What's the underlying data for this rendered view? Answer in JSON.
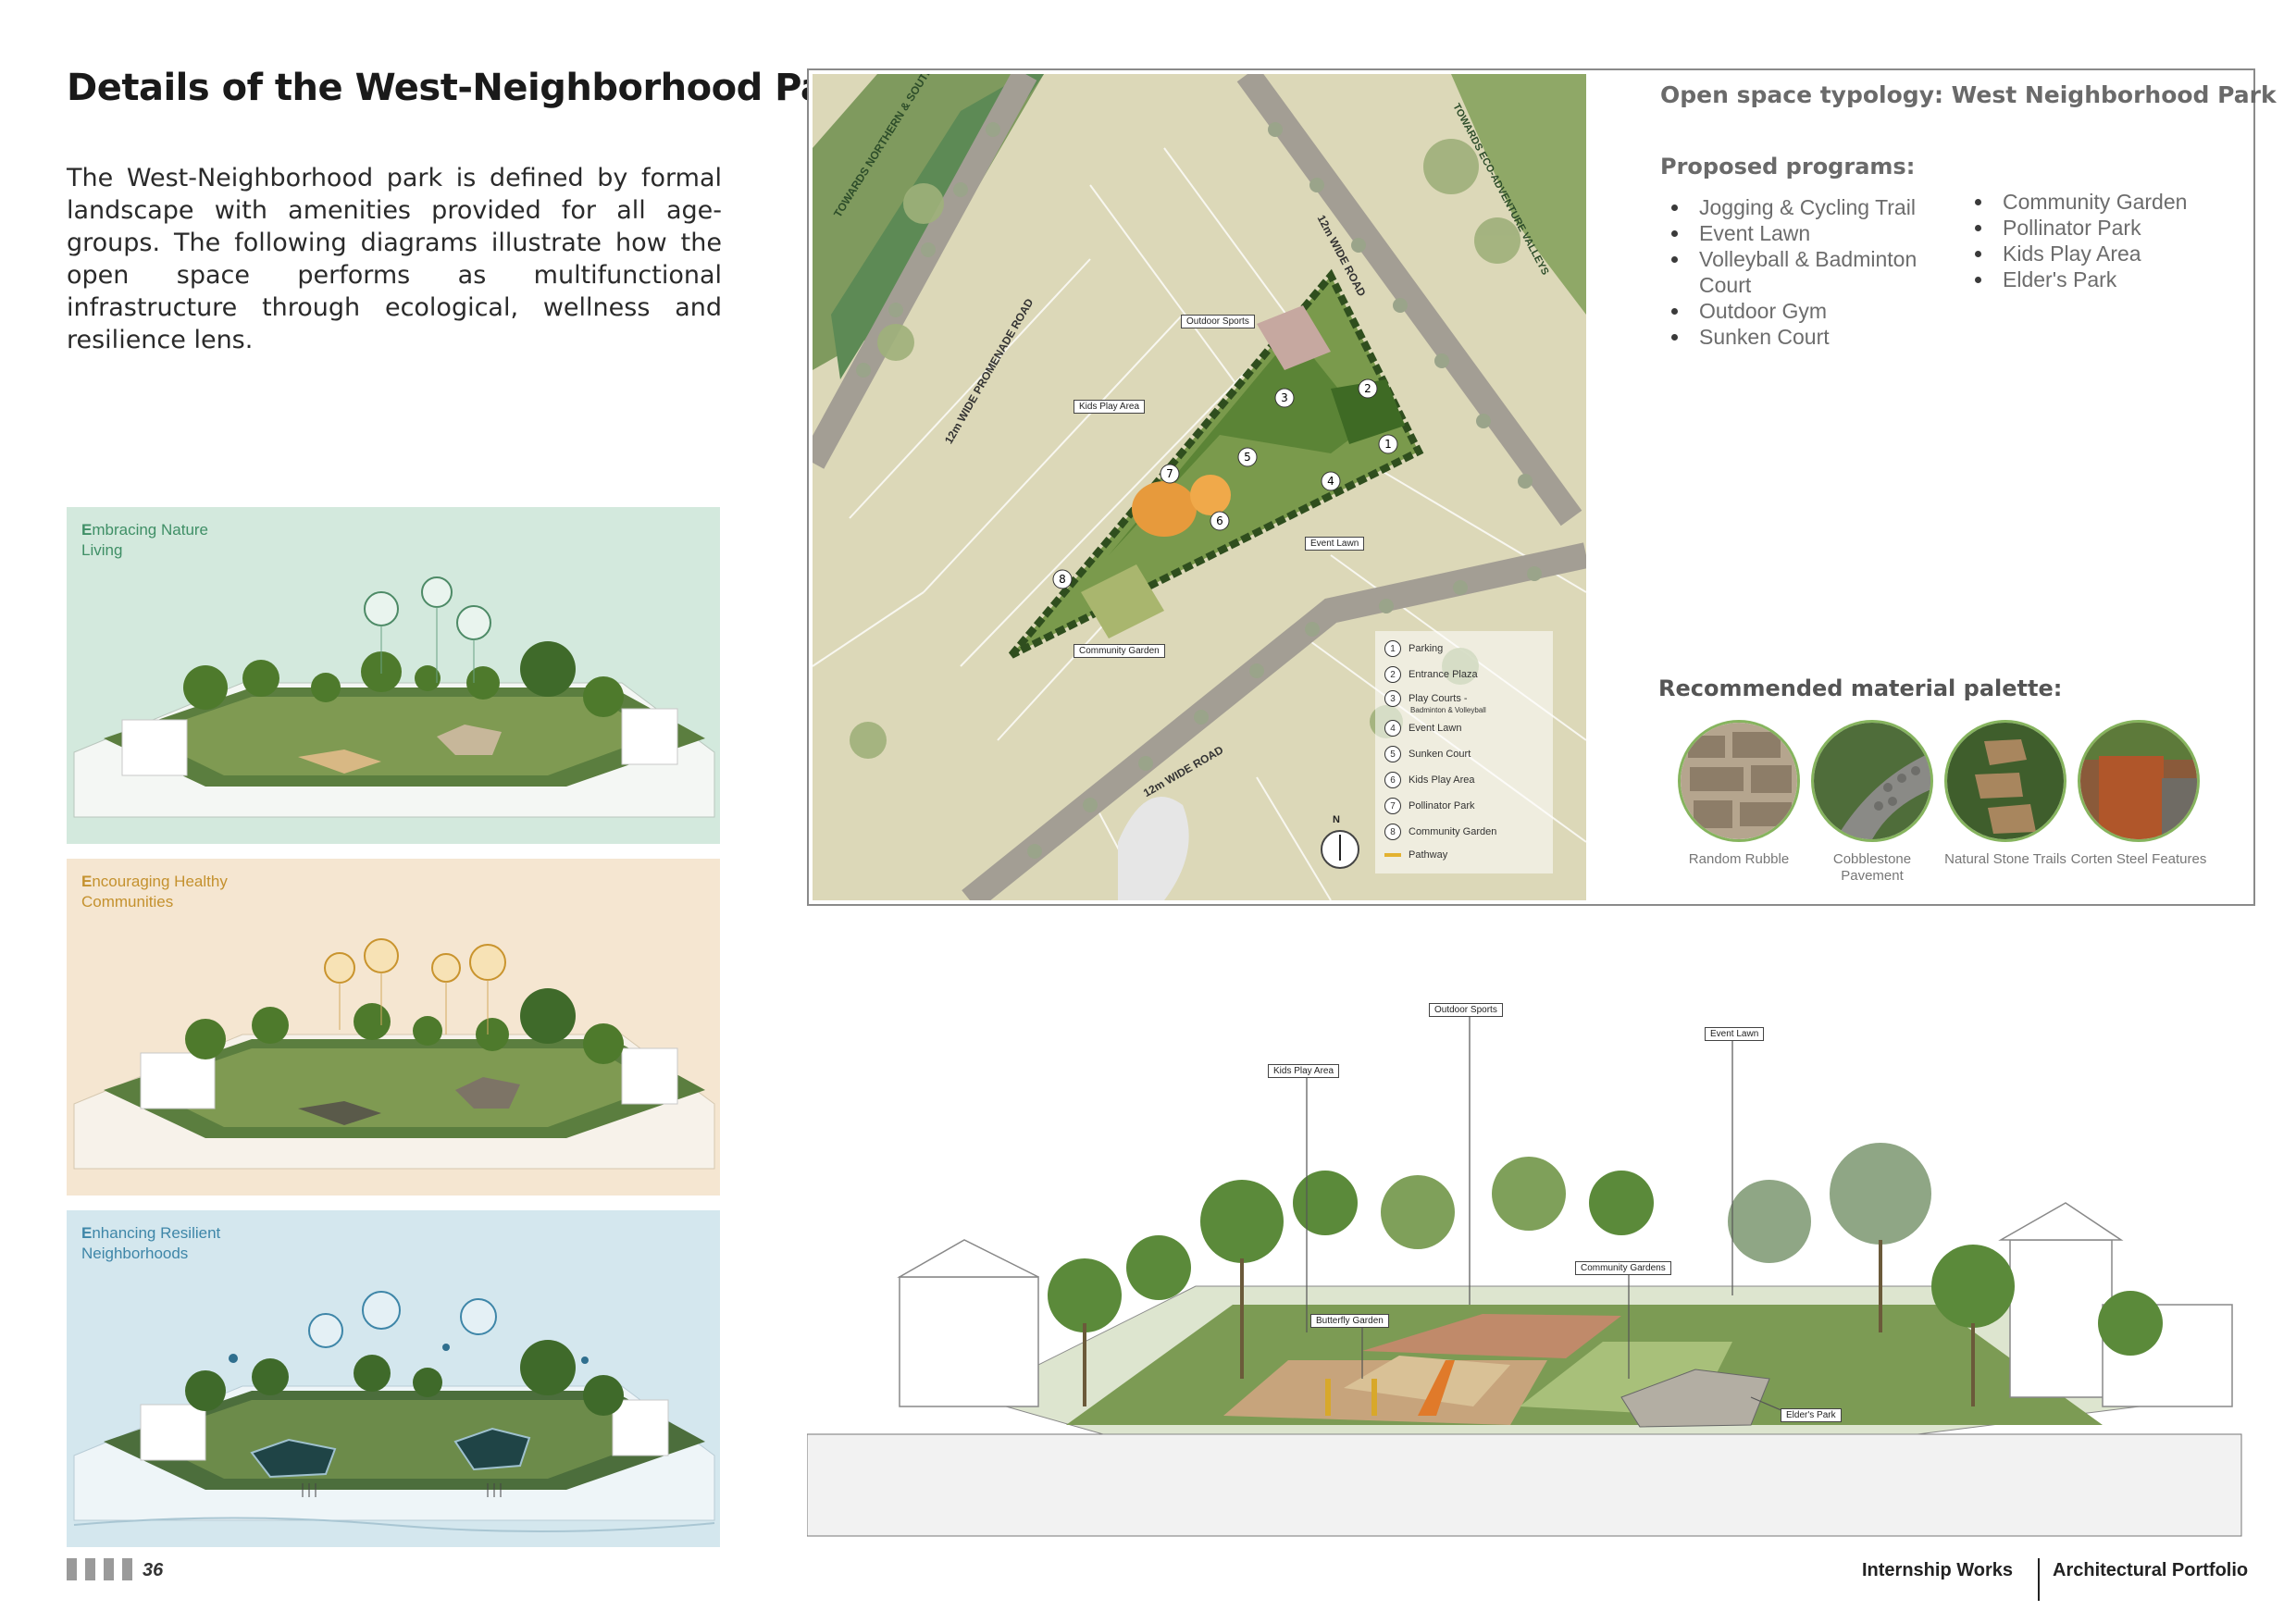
{
  "page": {
    "title": "Details of the West-Neighborhood Park",
    "intro": "The West-Neighborhood park is defined by formal landscape with amenities provided for all age-groups. The following diagrams illustrate how the open space performs as multifunctional infrastructure through ecological, wellness and resilience lens."
  },
  "panels": [
    {
      "initial": "E",
      "title_rest_line1": "mbracing Nature",
      "title_line2": "Living",
      "accent": "#3f8f66"
    },
    {
      "initial": "E",
      "title_rest_line1": "ncouraging Healthy",
      "title_line2": "Communities",
      "accent": "#c4912e"
    },
    {
      "initial": "E",
      "title_rest_line1": "nhancing Resilient",
      "title_line2": "Neighborhoods",
      "accent": "#3e86a8"
    }
  ],
  "site_plan": {
    "labels": {
      "towards": "TOWARDS NORTHERN & SOUTHERN STREAMFRONT",
      "eco": "TOWARDS ECO-ADVENTURE VALLEYS",
      "promenade": "12m WIDE PROMENADE ROAD",
      "road_east": "12m WIDE ROAD",
      "road_south": "12m WIDE ROAD",
      "north": "N"
    },
    "callouts": {
      "outdoor_sports": "Outdoor Sports",
      "kids_play": "Kids Play Area",
      "event_lawn": "Event Lawn",
      "community_garden": "Community Garden"
    },
    "legend": [
      {
        "num": "1",
        "label": "Parking"
      },
      {
        "num": "2",
        "label": "Entrance Plaza"
      },
      {
        "num": "3",
        "label": "Play Courts -"
      },
      {
        "num": "4",
        "label": "Event Lawn"
      },
      {
        "num": "5",
        "label": "Sunken Court"
      },
      {
        "num": "6",
        "label": "Kids Play Area"
      },
      {
        "num": "7",
        "label": "Pollinator Park"
      },
      {
        "num": "8",
        "label": "Community Garden"
      }
    ],
    "legend_sub": "Badminton & Volleyball",
    "legend_pathway": "Pathway"
  },
  "typology": {
    "title": "Open space typology: West Neighborhood Park",
    "programs_heading": "Proposed programs:",
    "programs_col1": [
      "Jogging & Cycling Trail",
      "Event Lawn",
      "Volleyball & Badminton Court",
      "Outdoor Gym",
      "Sunken Court"
    ],
    "programs_col2": [
      "Community Garden",
      "Pollinator Park",
      "Kids Play Area",
      "Elder's Park"
    ],
    "materials_heading": "Recommended material palette:",
    "materials": [
      {
        "label": "Random Rubble"
      },
      {
        "label": "Cobblestone Pavement"
      },
      {
        "label": "Natural Stone Trails"
      },
      {
        "label": "Corten Steel Features"
      }
    ]
  },
  "section": {
    "callouts": {
      "kids_play": "Kids Play Area",
      "outdoor_sports": "Outdoor Sports",
      "event_lawn": "Event Lawn",
      "community_gardens": "Community Gardens",
      "butterfly_garden": "Butterfly Garden",
      "elders_park": "Elder's Park"
    }
  },
  "footer": {
    "page_number": "36",
    "left_label": "Internship Works",
    "right_label": "Architectural Portfolio"
  }
}
